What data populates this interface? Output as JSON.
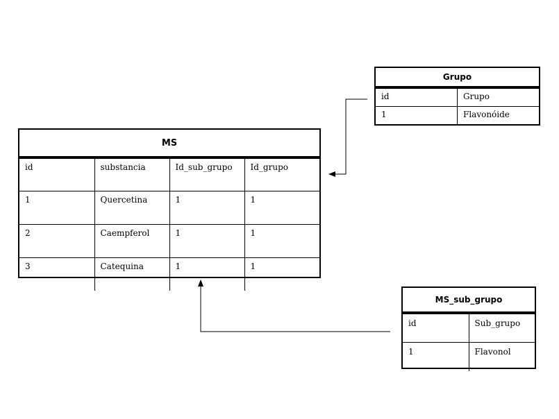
{
  "tables": {
    "ms": {
      "title": "MS",
      "columns": [
        "id",
        "substancia",
        "Id_sub_grupo",
        "Id_grupo"
      ],
      "rows": [
        [
          "1",
          "Quercetina",
          "1",
          "1"
        ],
        [
          "2",
          "Caempferol",
          "1",
          "1"
        ],
        [
          "3",
          "Catequina",
          "1",
          "1"
        ]
      ]
    },
    "grupo": {
      "title": "Grupo",
      "columns": [
        "id",
        "Grupo"
      ],
      "rows": [
        [
          "1",
          "Flavonóide"
        ]
      ]
    },
    "ms_sub_grupo": {
      "title": "MS_sub_grupo",
      "columns": [
        "id",
        "Sub_grupo"
      ],
      "rows": [
        [
          "1",
          "Flavonol"
        ]
      ]
    }
  },
  "relations": [
    {
      "from": "grupo",
      "to": "ms"
    },
    {
      "from": "ms_sub_grupo",
      "to": "ms"
    }
  ]
}
